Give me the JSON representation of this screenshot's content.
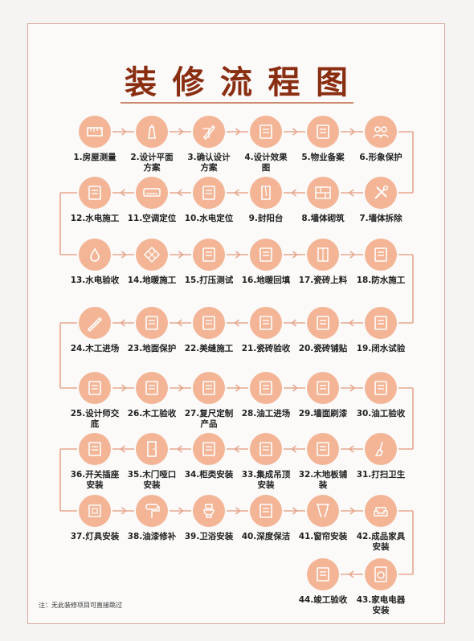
{
  "title": [
    "装",
    "修",
    "流",
    "程",
    "图"
  ],
  "note": "注：无此装修项目可直接跳过",
  "steps": [
    {
      "n": 1,
      "label": "1.房屋测量",
      "icon": "ruler-icon"
    },
    {
      "n": 2,
      "label": "2.设计平面\n方案",
      "icon": "pen-icon"
    },
    {
      "n": 3,
      "label": "3.确认设计\n方案",
      "icon": "pencil-ruler-icon"
    },
    {
      "n": 4,
      "label": "4.设计效果\n图",
      "icon": "document-icon"
    },
    {
      "n": 5,
      "label": "5.物业备案",
      "icon": "register-icon"
    },
    {
      "n": 6,
      "label": "6.形象保护",
      "icon": "people-icon"
    },
    {
      "n": 7,
      "label": "7.墙体拆除",
      "icon": "tools-icon"
    },
    {
      "n": 8,
      "label": "8.墙体砌筑",
      "icon": "bricks-icon"
    },
    {
      "n": 9,
      "label": "9.封阳台",
      "icon": "window-icon"
    },
    {
      "n": 10,
      "label": "10.水电定位",
      "icon": "plug-icon"
    },
    {
      "n": 11,
      "label": "11.空调定位",
      "icon": "air-conditioner-icon"
    },
    {
      "n": 12,
      "label": "12.水电施工",
      "icon": "water-electric-icon"
    },
    {
      "n": 13,
      "label": "13.水电验收",
      "icon": "water-drop-icon"
    },
    {
      "n": 14,
      "label": "14.地暖施工",
      "icon": "floor-heating-icon"
    },
    {
      "n": 15,
      "label": "15.打压测试",
      "icon": "pressure-test-icon"
    },
    {
      "n": 16,
      "label": "16.地暖回填",
      "icon": "backfill-icon"
    },
    {
      "n": 17,
      "label": "17.瓷砖上料",
      "icon": "tile-icon"
    },
    {
      "n": 18,
      "label": "18.防水施工",
      "icon": "waterproof-icon"
    },
    {
      "n": 19,
      "label": "19.闭水试验",
      "icon": "water-test-icon"
    },
    {
      "n": 20,
      "label": "20.瓷砖铺贴",
      "icon": "tile-paving-icon"
    },
    {
      "n": 21,
      "label": "21.瓷砖验收",
      "icon": "tile-check-icon"
    },
    {
      "n": 22,
      "label": "22.美缝施工",
      "icon": "grout-icon"
    },
    {
      "n": 23,
      "label": "23.地面保护",
      "icon": "floor-protect-icon"
    },
    {
      "n": 24,
      "label": "24.木工进场",
      "icon": "saw-icon"
    },
    {
      "n": 25,
      "label": "25.设计师交\n底",
      "icon": "design-board-icon"
    },
    {
      "n": 26,
      "label": "26.木工验收",
      "icon": "checklist-icon"
    },
    {
      "n": 27,
      "label": "27.复尺定制\n产品",
      "icon": "tape-measure-icon"
    },
    {
      "n": 28,
      "label": "28.油工进场",
      "icon": "paint-bucket-icon"
    },
    {
      "n": 29,
      "label": "29.墙面刷漆",
      "icon": "brick-wall-icon"
    },
    {
      "n": 30,
      "label": "30.油工验收",
      "icon": "paint-check-icon"
    },
    {
      "n": 31,
      "label": "31.打扫卫生",
      "icon": "mop-icon"
    },
    {
      "n": 32,
      "label": "32.木地板铺\n装",
      "icon": "wood-floor-icon"
    },
    {
      "n": 33,
      "label": "33.集成吊顶\n安装",
      "icon": "ceiling-icon"
    },
    {
      "n": 34,
      "label": "34.柜类安装",
      "icon": "cabinet-icon"
    },
    {
      "n": 35,
      "label": "35.木门哑口\n安装",
      "icon": "door-icon"
    },
    {
      "n": 36,
      "label": "36.开关插座\n安装",
      "icon": "switch-socket-icon"
    },
    {
      "n": 37,
      "label": "37.灯具安装",
      "icon": "lamp-icon"
    },
    {
      "n": 38,
      "label": "38.油漆修补",
      "icon": "paint-roller-icon"
    },
    {
      "n": 39,
      "label": "39.卫浴安装",
      "icon": "toilet-icon"
    },
    {
      "n": 40,
      "label": "40.深度保洁",
      "icon": "cleaning-icon"
    },
    {
      "n": 41,
      "label": "41.窗帘安装",
      "icon": "curtain-icon"
    },
    {
      "n": 42,
      "label": "42.成品家具\n安装",
      "icon": "sofa-icon"
    },
    {
      "n": 43,
      "label": "43.家电电器\n安装",
      "icon": "washing-machine-icon"
    },
    {
      "n": 44,
      "label": "44.竣工验收",
      "icon": "final-check-icon"
    }
  ]
}
